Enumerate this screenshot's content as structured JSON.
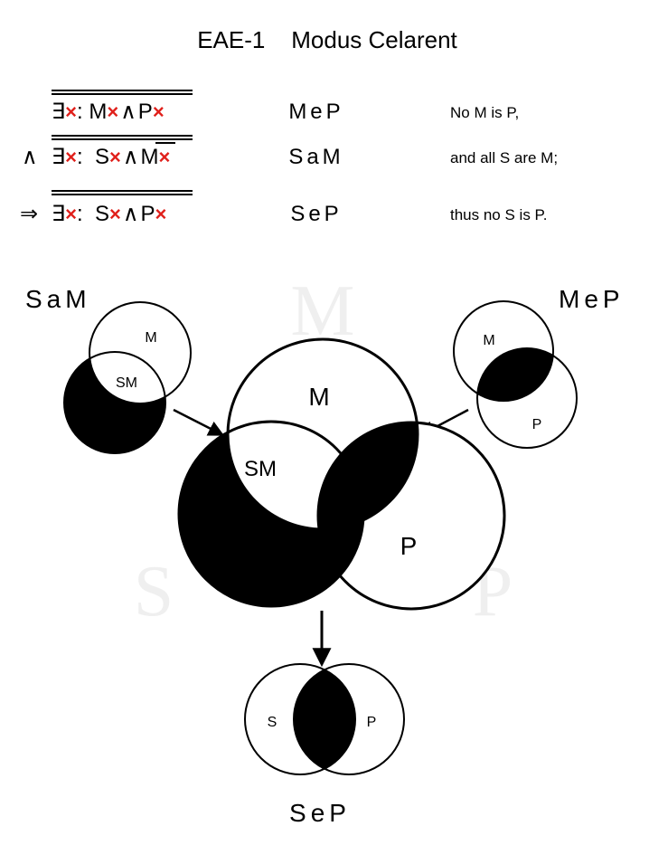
{
  "title": "EAE-1    Modus Celarent",
  "premise_major": {
    "prefix": "",
    "quantifier": "∃",
    "var_mark": "×",
    "body_left": ": M",
    "connective": "∧",
    "body_right": "P",
    "code": "MeP",
    "note": "No M is P,"
  },
  "premise_minor": {
    "prefix": "∧",
    "quantifier": "∃",
    "var_mark": "×",
    "body_left": ":  S",
    "connective": "∧",
    "body_right": "M",
    "code": "SaM",
    "note": "and all S are M;"
  },
  "conclusion": {
    "prefix": "⇒",
    "quantifier": "∃",
    "var_mark": "×",
    "body_left": ":  S",
    "connective": "∧",
    "body_right": "P",
    "code": "SeP",
    "note": "thus no S is P."
  },
  "corner_labels": {
    "left": "SaM",
    "right": "MeP",
    "bottom": "SeP"
  },
  "ghost_letters": {
    "top": "M",
    "left": "S",
    "right": "P"
  },
  "small_left": {
    "top_label": "M",
    "overlap_label": "SM"
  },
  "small_right": {
    "top_label": "M",
    "bottom_label": "P"
  },
  "main_diagram": {
    "m_label": "M",
    "sm_label": "SM",
    "p_label": "P"
  },
  "bottom_diagram": {
    "s_label": "S",
    "p_label": "P"
  },
  "colors": {
    "ink": "#000000",
    "cross": "#e0201b",
    "ghost": "#efefef"
  }
}
